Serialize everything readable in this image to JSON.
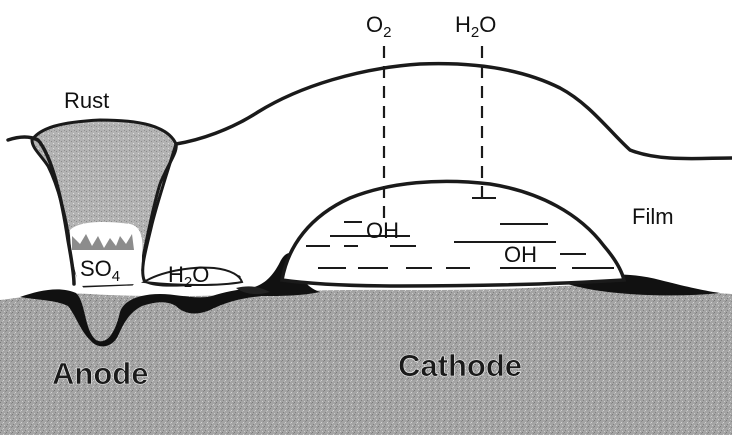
{
  "labels": {
    "rust": "Rust",
    "o2": "O",
    "o2_sub": "2",
    "h2o_top": "H",
    "h2o_top_sub": "2",
    "h2o_top_end": "O",
    "film": "Film",
    "oh_1": "OH",
    "oh_2": "OH",
    "so4": "SO",
    "so4_sub": "4",
    "h2o_low": "H",
    "h2o_low_sub": "2",
    "h2o_low_end": "O",
    "anode": "Anode",
    "cathode": "Cathode"
  },
  "colors": {
    "metal": "#9a9a9a",
    "rust": "#a8a8a8",
    "deposit": "#111111",
    "line": "#1a1a1a"
  }
}
